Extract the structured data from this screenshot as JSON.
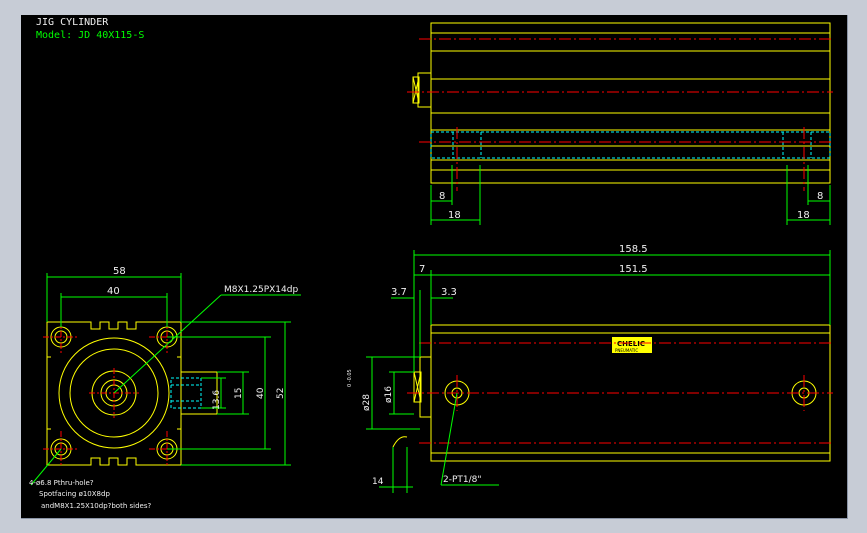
{
  "drawing": {
    "title": "JIG CYLINDER",
    "model": "Model:  JD 40X115-S"
  },
  "colors": {
    "background": "#000000",
    "outline": "#ffff00",
    "dimension": "#00ff00",
    "centerline": "#ff0000",
    "hidden": "#00ffff",
    "frame": "#c7ccd6"
  },
  "dimensions": {
    "top_left_8": "8",
    "top_right_8": "8",
    "top_left_18": "18",
    "top_right_18": "18",
    "overall_158_5": "158.5",
    "body_151_5": "151.5",
    "offset_7": "7",
    "offset_3_7": "3.7",
    "offset_3_3": "3.3",
    "width_58": "58",
    "width_40": "40",
    "thread_m8": "M8X1.25PX14dp",
    "height_13_6": "13.6",
    "height_15": "15",
    "height_40": "40",
    "height_52": "52",
    "dia_28": "ø28",
    "dia_28_tol": "0\n-0.05",
    "dia_16": "ø16",
    "rod_14": "14",
    "port": "2-PT1/8\""
  },
  "notes": {
    "hole_note_1": "4-ø6.8  Pthru-hole?",
    "hole_note_2": "Spotfacing  ø10X8dp",
    "hole_note_3": "andM8X1.25X10dp?both sides?"
  },
  "nameplate": {
    "brand": "CHELIC",
    "sub": "PNEUMATIC"
  }
}
